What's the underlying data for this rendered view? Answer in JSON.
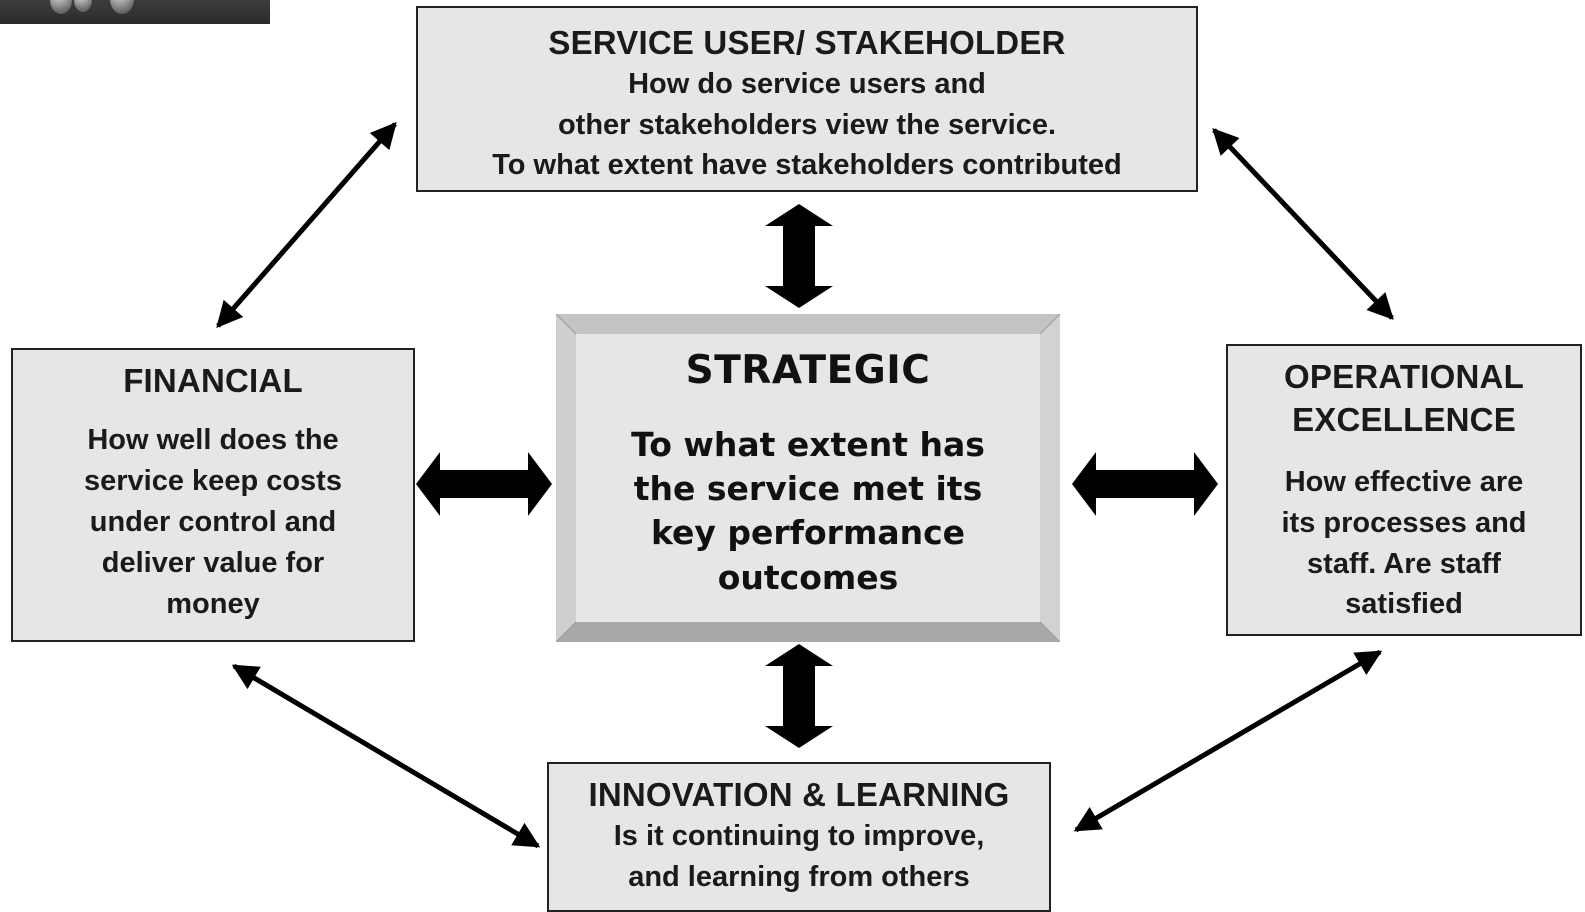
{
  "colors": {
    "box_fill": "#e6e6e6",
    "box_border": "#222222",
    "bevel_light": "#c8c8c8",
    "bevel_dark": "#a8a8a8",
    "arrow": "#000000"
  },
  "boxes": {
    "top": {
      "title": "SERVICE USER/ STAKEHOLDER",
      "lines": [
        "How do service users and",
        "other stakeholders view the service.",
        "To what extent have stakeholders contributed"
      ]
    },
    "left": {
      "title": "FINANCIAL",
      "lines": [
        "How well does the",
        "service keep costs",
        "under control and",
        "deliver value for",
        "money"
      ]
    },
    "center": {
      "title": "STRATEGIC",
      "lines": [
        "To what extent has",
        "the service met its",
        "key performance",
        "outcomes"
      ]
    },
    "right": {
      "title_lines": [
        "OPERATIONAL",
        "EXCELLENCE"
      ],
      "lines": [
        "How effective are",
        "its processes and",
        "staff. Are staff",
        "satisfied"
      ]
    },
    "bottom": {
      "title": "INNOVATION & LEARNING",
      "lines": [
        "Is it continuing to improve,",
        "and learning from others"
      ]
    }
  },
  "icons": {
    "arrow": "double-headed-arrow"
  }
}
